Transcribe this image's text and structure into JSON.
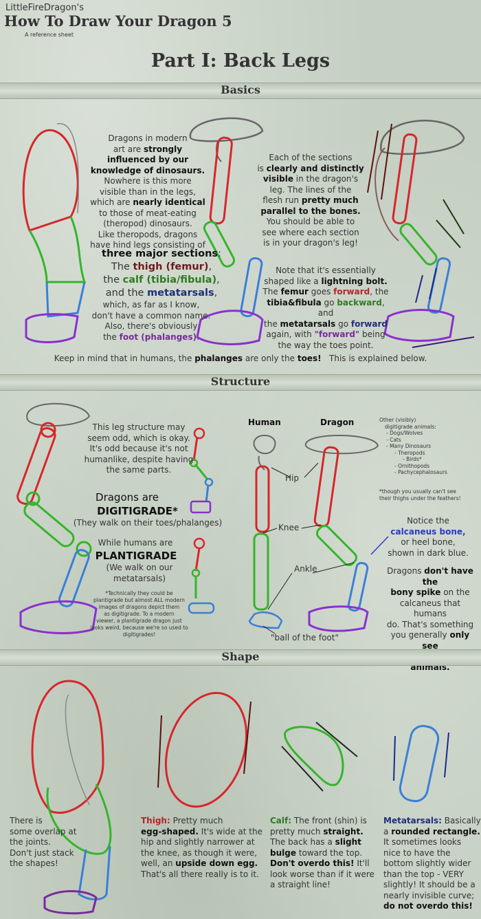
{
  "header": {
    "author": "LittleFireDragon's",
    "title": "How To Draw Your Dragon 5",
    "subtitle": "A reference sheet",
    "part": "Part I: Back Legs"
  },
  "sections": {
    "basics": "Basics",
    "structure": "Structure",
    "shape": "Shape"
  },
  "basics": {
    "p1": [
      "Dragons in modern",
      "art are",
      "strongly",
      "influenced by our",
      "knowledge of dinosaurs.",
      "Nowhere is this more",
      "visible than in the legs,",
      "which are",
      "nearly identical",
      "to those of meat-eating",
      "(theropod) dinosaurs.",
      "Like theropods, dragons",
      "have hind legs consisting of",
      "three major sections",
      ":",
      "The",
      "thigh (femur)",
      ",",
      "the",
      "calf (tibia/fibula)",
      ",",
      "and the",
      "metatarsals",
      ",",
      "which, as far as I know,",
      "don't have a common name.",
      "Also, there's obviously",
      "the",
      "foot (phalanges)",
      "."
    ],
    "p2": [
      "Each of the sections",
      "is",
      "clearly and distinctly",
      "visible",
      "in the dragon's",
      "leg. The lines of the",
      "flesh run",
      "pretty much",
      "parallel to the bones.",
      "You should be able to",
      "see where each section",
      "is in your dragon's leg!"
    ],
    "p3": [
      "Note that it's essentially",
      "shaped like a",
      "lightning bolt.",
      "The",
      "femur",
      "goes",
      "forward",
      ", the",
      "tibia&fibula",
      "go",
      "backward",
      ", and",
      "the",
      "metatarsals",
      "go",
      "forward",
      "again, with",
      "\"forward\"",
      "being",
      "the way the toes point."
    ],
    "note": [
      "Keep in mind that in humans, the",
      "phalanges",
      "are only the",
      "toes!",
      "This is explained below."
    ]
  },
  "structure": {
    "p1": [
      "This leg structure may",
      "seem odd, which is okay.",
      "It's odd because it's not",
      "humanlike, despite having",
      "the same parts."
    ],
    "dragons_are": "Dragons are",
    "digitigrade": "DIGITIGRADE*",
    "digitigrade_note": "(They walk on their toes/phalanges)",
    "humans_are": "While humans are",
    "plantigrade": "PLANTIGRADE",
    "plantigrade_note": [
      "(We walk on our",
      "metatarsals)"
    ],
    "footnote": [
      "*Technically they could be",
      "plantigrade but almost ALL modern",
      "images of dragons depict them",
      "as digitigrade. To a modern",
      "viewer, a plantigrade dragon just",
      "looks weird, because we're so used to digitigrades!"
    ],
    "labels": {
      "human": "Human",
      "dragon": "Dragon",
      "hip": "Hip",
      "knee": "Knee",
      "ankle": "Ankle",
      "ball": "\"ball of the foot\""
    },
    "other": {
      "title": [
        "Other (visibly)",
        "digitigrade animals:"
      ],
      "items": [
        "- Dogs/Wolves",
        "- Cats",
        "- Many Dinosaurs",
        "- Theropods",
        "- Birds*",
        "- Ornithopods",
        "- Pachycephalosaurs"
      ],
      "note": [
        "*though you usually can't see",
        "their thighs under the feathers!"
      ]
    },
    "calc": [
      "Notice the",
      "calcaneus bone,",
      "or heel bone,",
      "shown in dark blue."
    ],
    "spike": [
      "Dragons",
      "don't have the",
      "bony spike",
      "on the",
      "calcaneus that humans",
      "do. That's something",
      "you generally",
      "only see",
      "in plantigrade animals."
    ]
  },
  "shape": {
    "overlap": [
      "There is",
      "some overlap at",
      "the joints.",
      "Don't just stack",
      "the shapes!"
    ],
    "thigh": [
      "Thigh:",
      "Pretty much",
      "egg-shaped.",
      "It's wide at the",
      "hip and slightly narrower at",
      "the knee, as though it were,",
      "well, an",
      "upside down egg.",
      "That's all there really is to it."
    ],
    "calf": [
      "Calf:",
      "The front (shin) is",
      "pretty much",
      "straight.",
      "The back has a",
      "slight",
      "bulge",
      "toward the top.",
      "Don't overdo this!",
      "It'll",
      "look worse than if it were",
      "a straight line!"
    ],
    "meta": [
      "Metatarsals:",
      "Basically",
      "a",
      "rounded rectangle.",
      "It sometimes looks",
      "nice to have the",
      "bottom slightly wider",
      "than the top - VERY",
      "slightly! It should be a",
      "nearly invisible curve;",
      "do not overdo this!"
    ]
  },
  "colors": {
    "femur": "#d7262b",
    "tibia": "#34b52a",
    "metatarsal": "#3a7fd8",
    "phalanges": "#8a2fcf",
    "calcaneus": "#1e2a9a",
    "sketch": "#666666",
    "arrow": "#5a1010"
  }
}
